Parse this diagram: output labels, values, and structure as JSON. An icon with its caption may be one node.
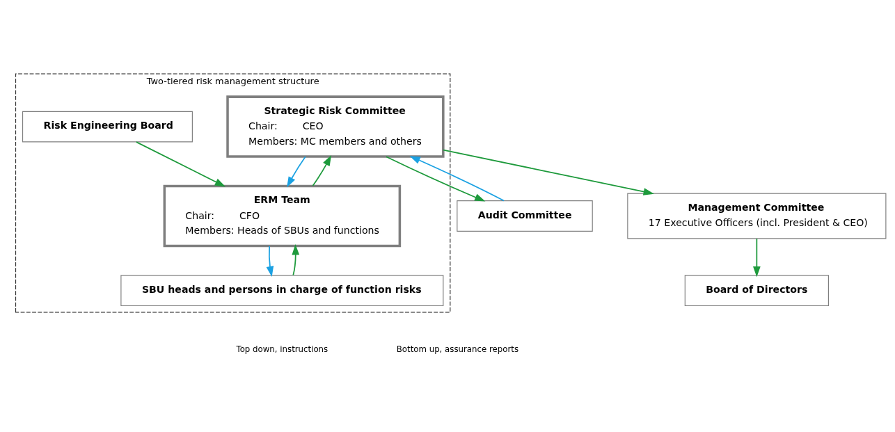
{
  "diagram": {
    "nodes": [
      {
        "text": [
          "Board of Directors"
        ]
      },
      {
        "text": [
          "Management Committee",
          "17 Executive Officers (incl. President & CEO)"
        ]
      },
      {
        "text": [
          "Audit Committee"
        ]
      },
      {
        "text": [
          "Two-tiered risk management structure"
        ]
      },
      {
        "text": [
          "Strategic Risk Committee",
          "Chair:        CEO",
          "Members: MC members and others"
        ],
        "in": 3
      },
      {
        "text": [
          "ERM Team",
          "Chair:        CFO",
          "Members: Heads of SBUs and functions"
        ],
        "in": 3
      },
      {
        "text": [
          "SBU heads and persons in charge of function risks"
        ],
        "in": 3
      },
      {
        "text": [
          "Risk Engineering Board"
        ],
        "in": 3
      }
    ],
    "edges": [
      {
        "from": 1,
        "to": 0,
        "arrow": "to"
      },
      {
        "from": 4,
        "to": 1,
        "arrow": "to"
      },
      {
        "from": 4,
        "to": 2,
        "arrow": "to"
      },
      {
        "from": 2,
        "to": 4,
        "arrow": "to",
        "color": "#1ba1e2"
      },
      {
        "from": 5,
        "to": 4,
        "arrow": "to"
      },
      {
        "from": 4,
        "to": 5,
        "arrow": "to",
        "color": "#1ba1e2"
      },
      {
        "from": 6,
        "to": 5,
        "arrow": "to"
      },
      {
        "from": 5,
        "to": 6,
        "arrow": "to",
        "color": "#1ba1e2"
      },
      {
        "from": 7,
        "to": 5,
        "arrow": "to"
      }
    ],
    "legend": [
      {
        "text": "Top down, instructions"
      },
      {
        "text": "Bottom up, assurance reports"
      }
    ]
  }
}
